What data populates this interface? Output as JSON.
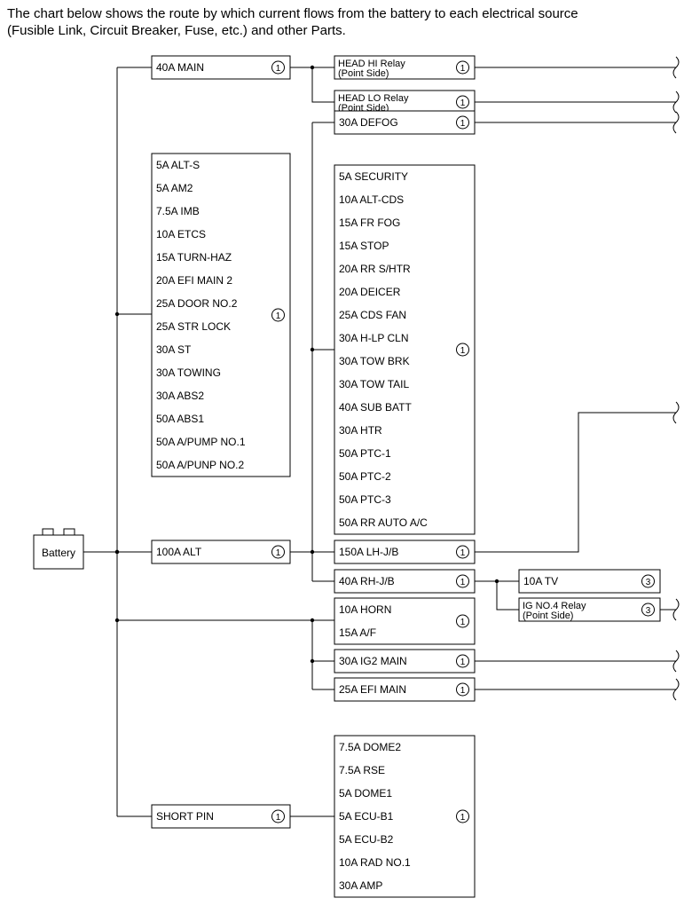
{
  "intro": {
    "line1": "The chart below shows the route by which current flows from the battery to each electrical source",
    "line2": "(Fusible Link, Circuit Breaker, Fuse, etc.) and other Parts."
  },
  "battery": {
    "label": "Battery"
  },
  "main_links": [
    {
      "label": "40A MAIN",
      "ref": "1"
    },
    {
      "label": "100A ALT",
      "ref": "1"
    },
    {
      "label": "SHORT PIN",
      "ref": "1"
    }
  ],
  "battery_fuse_group": {
    "ref": "1",
    "items": [
      "5A ALT-S",
      "5A AM2",
      "7.5A IMB",
      "10A ETCS",
      "15A TURN-HAZ",
      "20A EFI MAIN 2",
      "25A DOOR NO.2",
      "25A STR LOCK",
      "30A ST",
      "30A TOWING",
      "30A ABS2",
      "50A ABS1",
      "50A A/PUMP NO.1",
      "50A A/PUNP NO.2"
    ]
  },
  "head_relays": [
    {
      "line1": "HEAD HI Relay",
      "line2": "(Point Side)",
      "ref": "1"
    },
    {
      "line1": "HEAD LO Relay",
      "line2": "(Point Side)",
      "ref": "1"
    }
  ],
  "defog": {
    "label": "30A DEFOG",
    "ref": "1"
  },
  "alt_fuse_group": {
    "ref": "1",
    "items": [
      "5A SECURITY",
      "10A ALT-CDS",
      "15A FR FOG",
      "15A STOP",
      "20A RR S/HTR",
      "20A DEICER",
      "25A CDS FAN",
      "30A H-LP CLN",
      "30A TOW BRK",
      "30A TOW TAIL",
      "40A SUB BATT",
      "30A HTR",
      "50A PTC-1",
      "50A PTC-2",
      "50A PTC-3",
      "50A RR AUTO A/C"
    ]
  },
  "lh_jb": {
    "label": "150A LH-J/B",
    "ref": "1"
  },
  "rh_jb": {
    "label": "40A RH-J/B",
    "ref": "1"
  },
  "rh_children": [
    {
      "line1": "10A TV",
      "line2": "",
      "ref": "3"
    },
    {
      "line1": "IG NO.4 Relay",
      "line2": "(Point Side)",
      "ref": "3"
    }
  ],
  "horn_group": {
    "ref": "1",
    "items": [
      "10A HORN",
      "15A A/F"
    ]
  },
  "ig2": {
    "label": "30A IG2 MAIN",
    "ref": "1"
  },
  "efi": {
    "label": "25A EFI MAIN",
    "ref": "1"
  },
  "short_pin_group": {
    "ref": "1",
    "items": [
      "7.5A DOME2",
      "7.5A RSE",
      "5A DOME1",
      "5A ECU-B1",
      "5A ECU-B2",
      "10A RAD NO.1",
      "30A AMP"
    ]
  }
}
